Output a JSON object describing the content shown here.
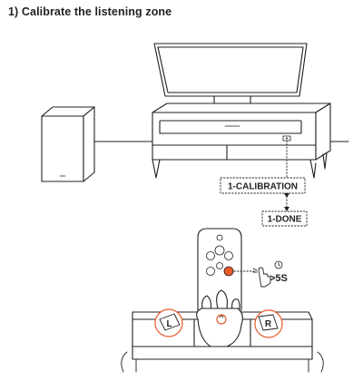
{
  "heading": "1) Calibrate the listening zone",
  "labels": {
    "calibration": "1-CALIBRATION",
    "done": "1-DONE",
    "hold_time": ">5S",
    "left_speaker": "L",
    "right_speaker": "R"
  },
  "colors": {
    "line": "#231f20",
    "accent": "#e85a2a",
    "background": "#ffffff"
  },
  "icons": [
    "tv",
    "subwoofer",
    "soundbar",
    "tv-stand",
    "remote-control",
    "hand-press-icon",
    "detachable-speaker",
    "speaker-dock"
  ]
}
